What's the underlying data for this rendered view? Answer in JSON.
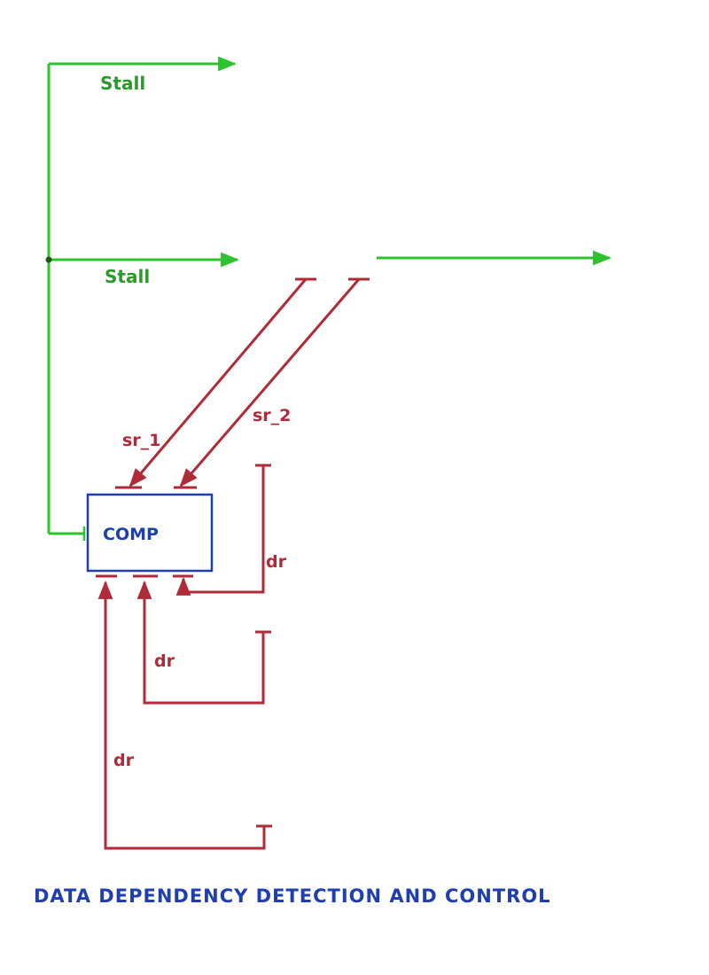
{
  "colors": {
    "stall_wire": "#2ec22e",
    "stall_text": "#2a9a2a",
    "data_wire": "#b02a38",
    "box_border": "#1f3fb0",
    "text_blue": "#1f3fb0"
  },
  "labels": {
    "stall_top": "Stall",
    "stall_mid": "Stall",
    "comp": "COMP",
    "sr_1": "sr_1",
    "sr_2": "sr_2",
    "dr_1": "dr",
    "dr_2": "dr",
    "dr_3": "dr",
    "title": "DATA DEPENDENCY DETECTION AND CONTROL"
  }
}
